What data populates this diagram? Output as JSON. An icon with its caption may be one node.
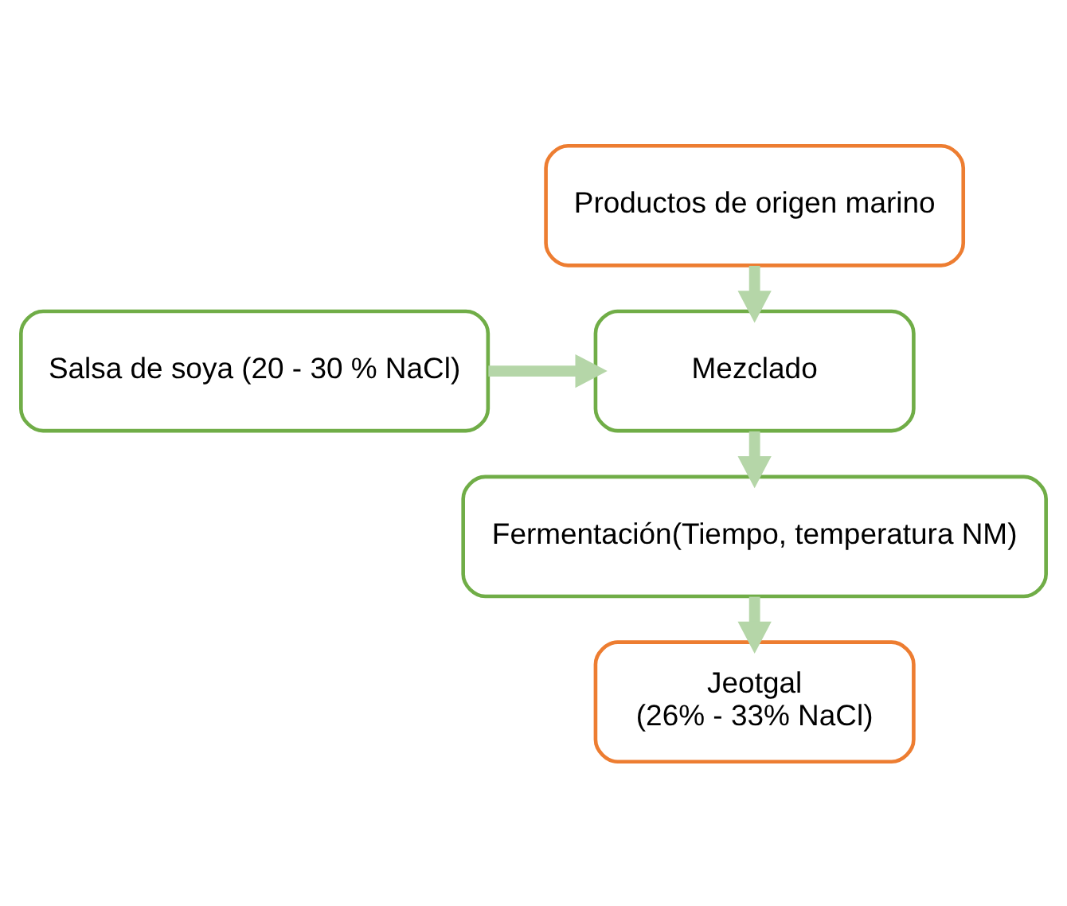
{
  "diagram": {
    "nodes": [
      {
        "text": [
          "Productos de origen marino"
        ]
      },
      {
        "text": [
          "Salsa de soya (20 - 30 % NaCl)"
        ]
      },
      {
        "text": [
          "Mezclado"
        ]
      },
      {
        "text": [
          "Fermentación(Tiempo, temperatura NM)"
        ]
      },
      {
        "text": [
          "Jeotgal",
          "(26% - 33% NaCl)"
        ]
      }
    ],
    "edges": [
      {
        "from": 0,
        "to": 2,
        "arrow": "to"
      },
      {
        "from": 1,
        "to": 2,
        "arrow": "to"
      },
      {
        "from": 2,
        "to": 3,
        "arrow": "to"
      },
      {
        "from": 3,
        "to": 4,
        "arrow": "to"
      }
    ]
  }
}
